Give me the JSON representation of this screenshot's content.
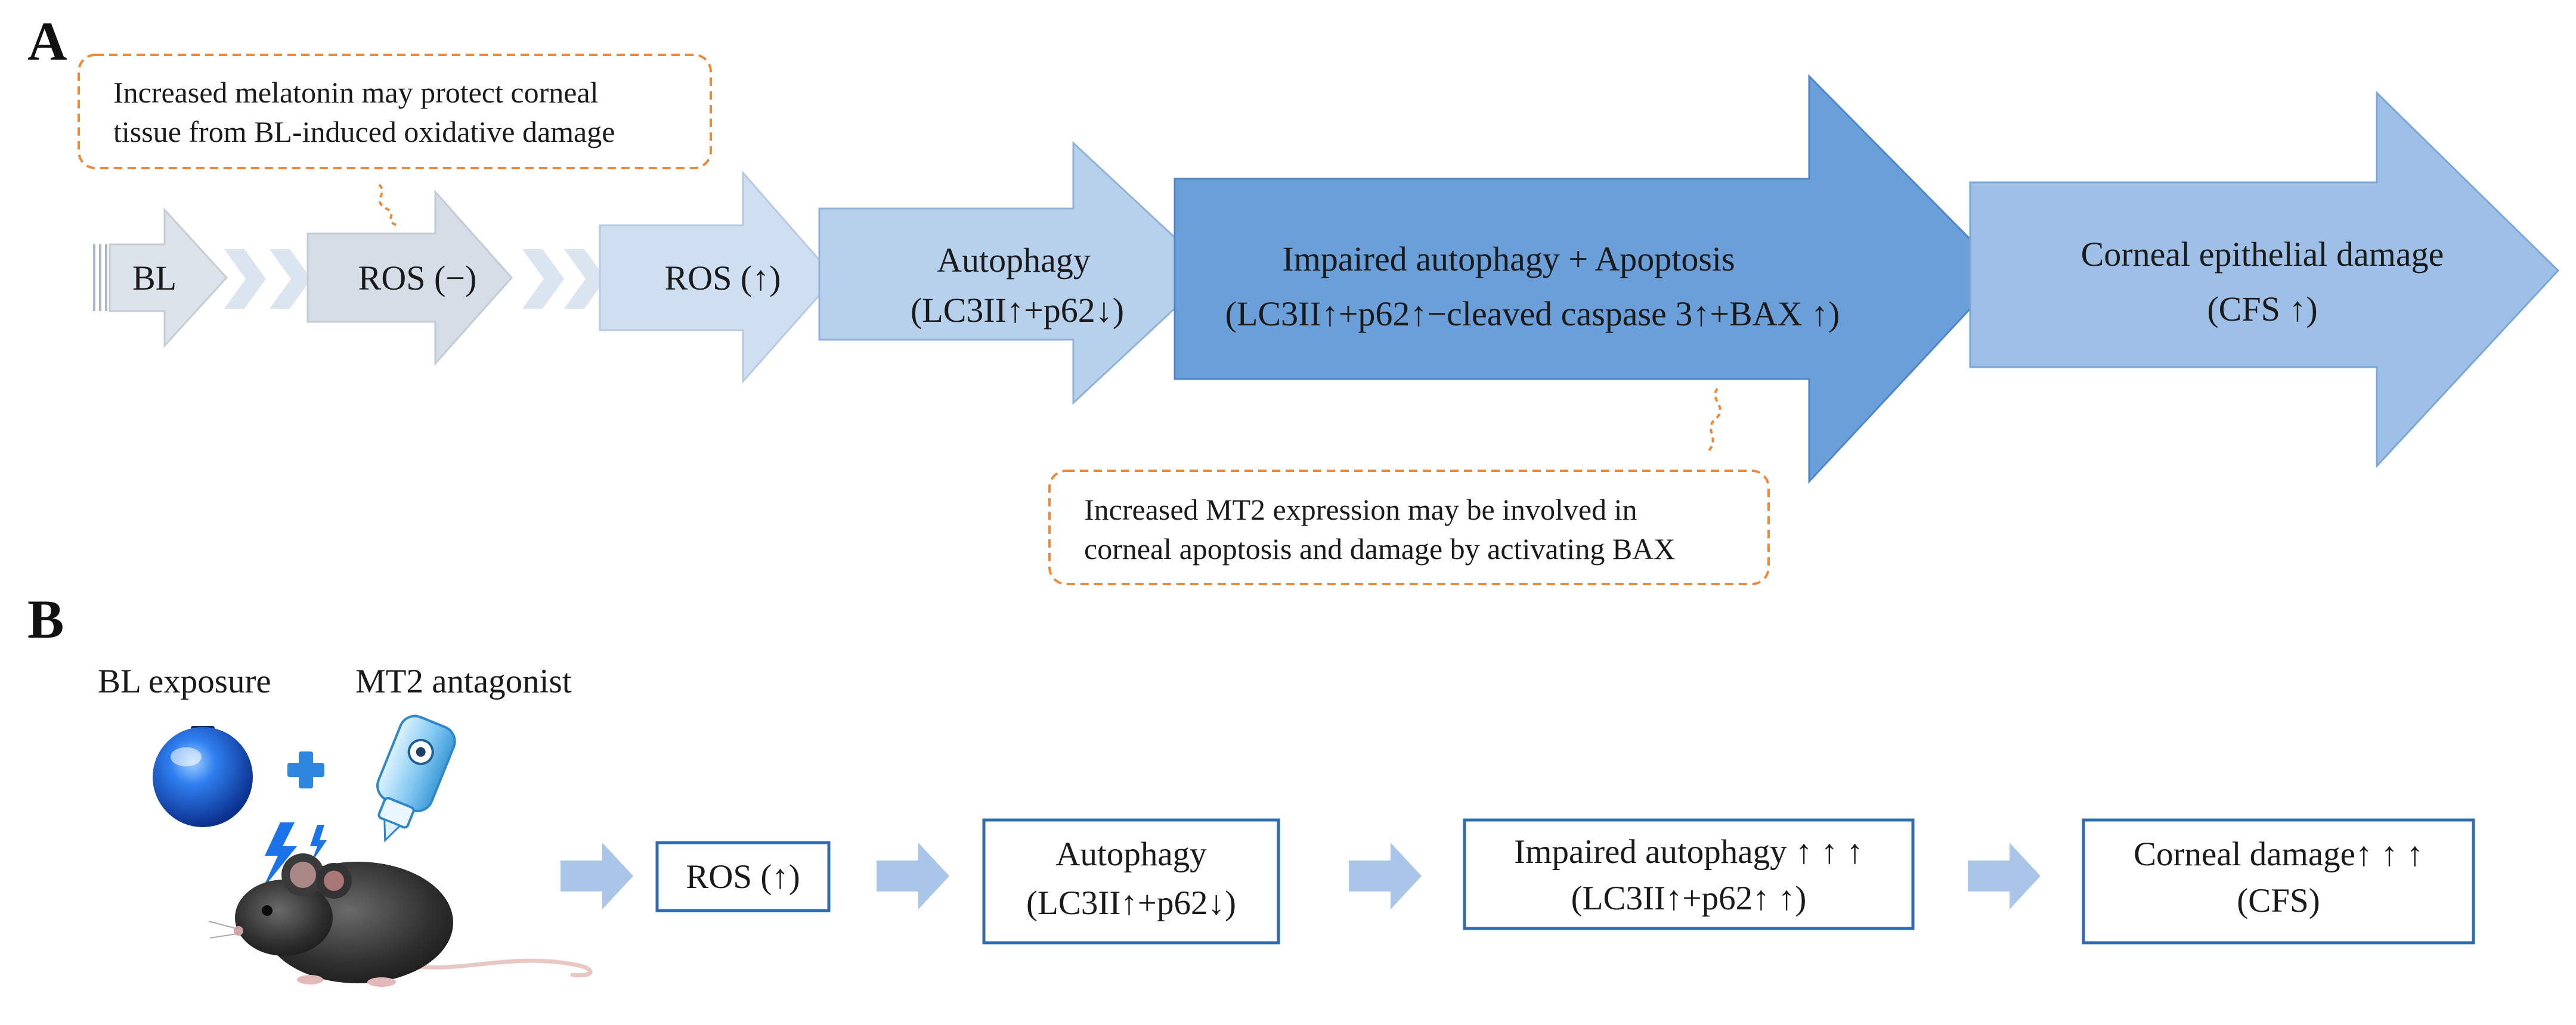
{
  "panel_a": {
    "letter": "A",
    "note_top": {
      "line1": "Increased melatonin may protect corneal",
      "line2": "tissue from BL-induced oxidative damage"
    },
    "note_bottom": {
      "line1": "Increased MT2 expression may be involved in",
      "line2": "corneal apoptosis and damage by activating BAX"
    },
    "steps": {
      "bl": "BL",
      "ros_neutral": "ROS (−)",
      "ros_up": "ROS (↑)",
      "autophagy_title": "Autophagy",
      "autophagy_sub": "(LC3II↑+p62↓)",
      "impaired_title": "Impaired autophagy + Apoptosis",
      "impaired_sub": "(LC3II↑+p62↑−cleaved caspase 3↑+BAX ↑)",
      "damage_title": "Corneal  epithelial damage",
      "damage_sub": "(CFS ↑)"
    },
    "colors": {
      "bl": "#dde3ea",
      "ros_neutral": "#d5dde7",
      "ros_up": "#cfdff1",
      "autophagy": "#b7d0ec",
      "impaired": "#6a9fd9",
      "damage": "#9ec0e6",
      "chevron": "#dbe5f0",
      "note_border": "#ec8a3a"
    }
  },
  "panel_b": {
    "letter": "B",
    "bl_exposure_label": "BL exposure",
    "mt2_label": "MT2 antagonist",
    "boxes": {
      "ros": "ROS (↑)",
      "autophagy_title": "Autophagy",
      "autophagy_sub": "(LC3II↑+p62↓)",
      "impaired_title": "Impaired autophagy ↑ ↑ ↑",
      "impaired_sub": "(LC3II↑+p62↑ ↑)",
      "damage_title": "Corneal damage↑ ↑ ↑",
      "damage_sub": "(CFS)"
    },
    "colors": {
      "box_border": "#2f6bb0",
      "flow_arrow": "#a9c6e8",
      "plus": "#2e86de",
      "light_bulb": "#1f63d6",
      "bolt": "#1a73e8"
    },
    "icons": [
      "blue-light-bulb-icon",
      "plus-icon",
      "eye-drop-bottle-icon",
      "lightning-bolt-icon",
      "mouse-image"
    ]
  }
}
